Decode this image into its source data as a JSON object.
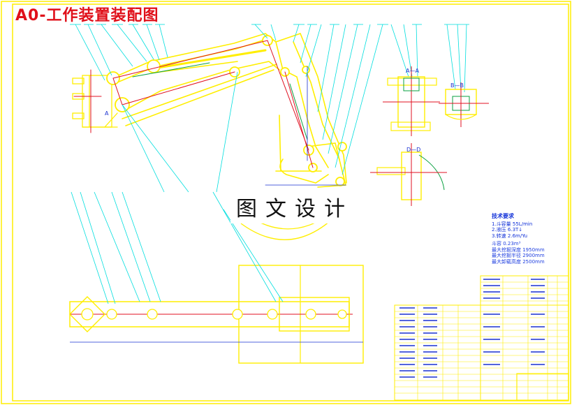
{
  "sheet": {
    "title": "A0-工作装置装配图",
    "watermark": "图文设计"
  },
  "sections": {
    "a_a": "A—A",
    "b_b": "B—B",
    "d_d": "D—D",
    "a_marker": "A"
  },
  "tech_requirements": {
    "heading": "技术要求",
    "lines": [
      "1.斗容量 55L/min",
      "2.液压 6.3T↓",
      "3.转速 2.6m/Yu"
    ],
    "params": [
      "斗容 0.23m³",
      "最大挖掘深度 1950mm",
      "最大挖掘半径 2900mm",
      "最大卸载高度 2500mm"
    ]
  },
  "colors": {
    "outline": "#ffee00",
    "leader": "#00dede",
    "centerline": "#e01020",
    "dimension": "#1a30d0",
    "hatch": "#0aa040",
    "title_text": "#e0101a"
  }
}
